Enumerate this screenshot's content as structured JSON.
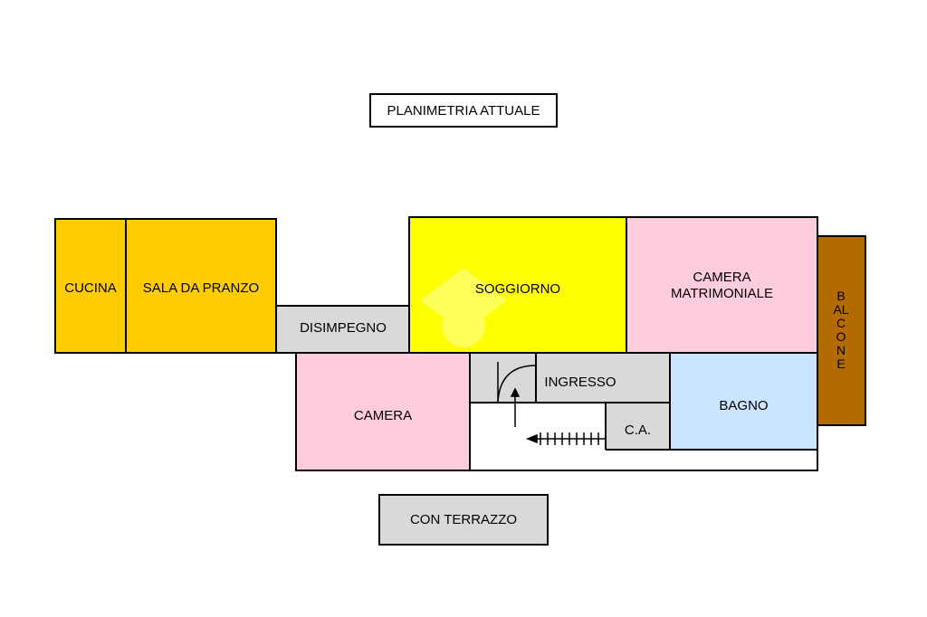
{
  "header": {
    "title": "PLANIMETRIA ATTUALE"
  },
  "footer": {
    "note": "CON TERRAZZO"
  },
  "rooms": {
    "cucina": "CUCINA",
    "sala_da_pranzo": "SALA DA PRANZO",
    "disimpegno": "DISIMPEGNO",
    "soggiorno": "SOGGIORNO",
    "camera_matrimoniale_1": "CAMERA",
    "camera_matrimoniale_2": "MATRIMONIALE",
    "balcone": "BALCONE",
    "camera": "CAMERA",
    "ingresso": "INGRESSO",
    "bagno": "BAGNO",
    "ca": "C.A."
  },
  "colors": {
    "kitchen_dining": "#ffcc00",
    "living": "#ffff00",
    "bedroom": "#ffccdd",
    "bathroom": "#cce5ff",
    "balcony": "#b36b00",
    "corridor": "#d9d9d9",
    "wall": "#000000"
  }
}
